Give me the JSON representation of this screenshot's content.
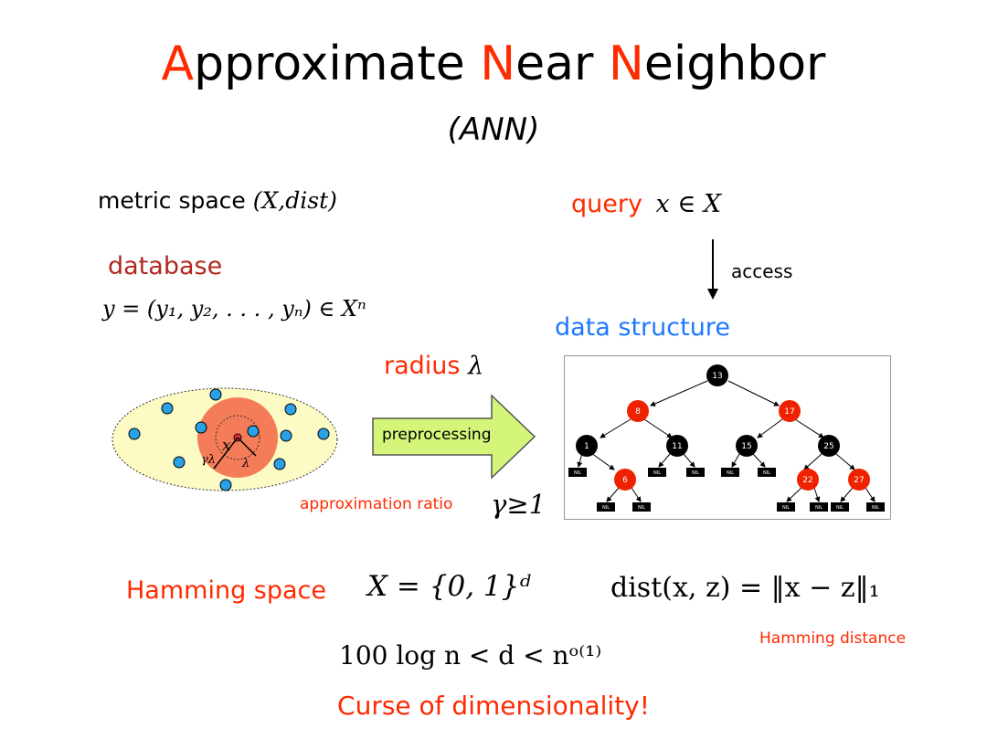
{
  "title": {
    "p1_initial": "A",
    "p1_rest": "pproximate ",
    "p2_initial": "N",
    "p2_rest": "ear ",
    "p3_initial": "N",
    "p3_rest": "eighbor"
  },
  "subtitle": "(ANN)",
  "metric": {
    "label": "metric space",
    "formula": "(X,dist)"
  },
  "query": {
    "label": "query",
    "formula": "x ∈ X"
  },
  "access_label": "access",
  "database": {
    "label": "database",
    "formula": "y = (y₁, y₂, . . . , yₙ) ∈ Xⁿ"
  },
  "data_structure_label": "data structure",
  "radius": {
    "label": "radius",
    "symbol": "λ"
  },
  "preprocessing_label": "preprocessing",
  "approx": {
    "label": "approximation ratio",
    "formula": "γ≥1"
  },
  "diagram_labels": {
    "x": "x",
    "gamma_lambda": "γλ",
    "lambda": "λ"
  },
  "tree": {
    "nodes": [
      "13",
      "8",
      "17",
      "1",
      "11",
      "15",
      "25",
      "6",
      "22",
      "27"
    ],
    "nil": "NIL"
  },
  "hamming": {
    "label": "Hamming space",
    "formula": "X = {0, 1}ᵈ",
    "dist_formula": "dist(x, z) = ‖x − z‖₁",
    "dist_label": "Hamming distance"
  },
  "dimension_formula": "100 log n < d < nᵒ⁽¹⁾",
  "curse": "Curse of dimensionality!",
  "colors": {
    "accent_red": "#ff2a00",
    "dark_red": "#b3261e",
    "blue": "#1e78ff",
    "ellipse_fill": "#fdfbc4",
    "inner_fill": "#f47c58",
    "dot_blue": "#2aa0e6",
    "arrow_fill": "#d4f57a"
  }
}
